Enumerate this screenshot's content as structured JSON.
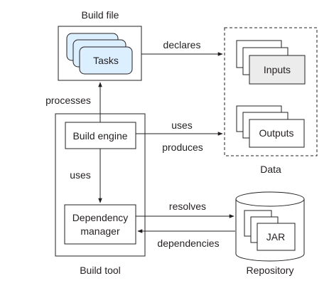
{
  "build_file": {
    "caption": "Build file",
    "tasks_label": "Tasks"
  },
  "build_tool": {
    "caption": "Build tool",
    "engine_label": "Build engine",
    "dep_manager_line1": "Dependency",
    "dep_manager_line2": "manager"
  },
  "data": {
    "caption": "Data",
    "inputs_label": "Inputs",
    "outputs_label": "Outputs"
  },
  "repository": {
    "caption": "Repository",
    "jar_label": "JAR"
  },
  "edges": {
    "declares": "declares",
    "processes": "processes",
    "uses_data": "uses",
    "produces": "produces",
    "uses_dep": "uses",
    "resolves": "resolves",
    "dependencies": "dependencies"
  },
  "colors": {
    "tasks_fill": "#dcefff",
    "inputs_fill": "#ececec",
    "stroke": "#231f20"
  }
}
